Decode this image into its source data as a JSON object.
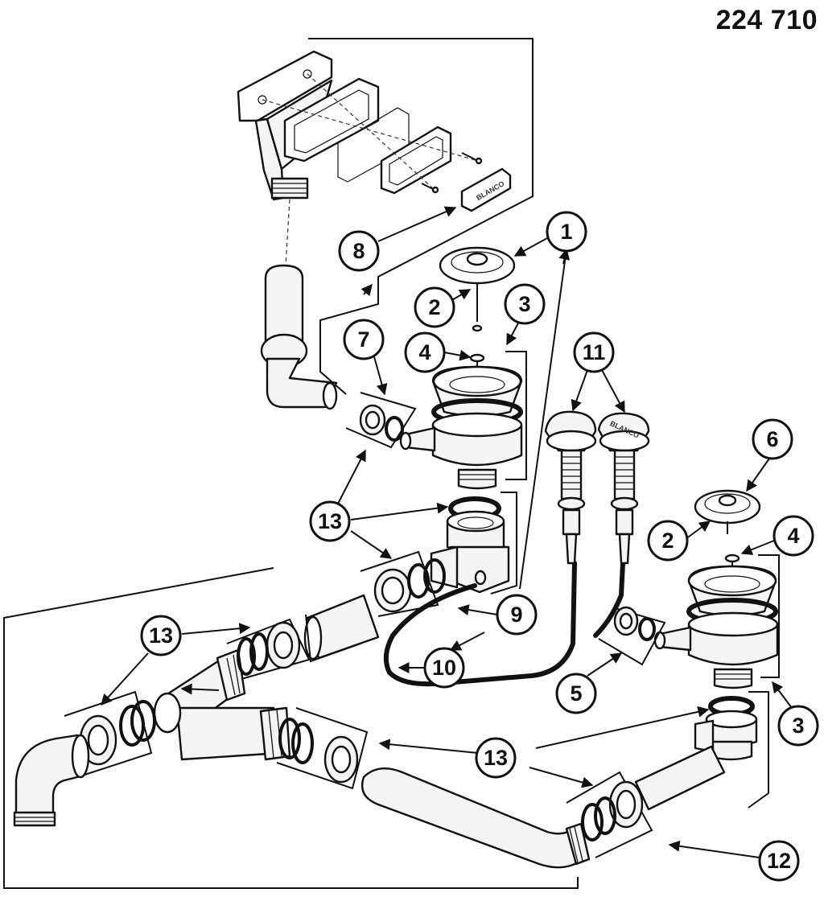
{
  "part_number": "224 710",
  "callouts": [
    {
      "id": "c1",
      "label": "1"
    },
    {
      "id": "c2a",
      "label": "2"
    },
    {
      "id": "c3a",
      "label": "3"
    },
    {
      "id": "c4a",
      "label": "4"
    },
    {
      "id": "c7",
      "label": "7"
    },
    {
      "id": "c8",
      "label": "8"
    },
    {
      "id": "c11",
      "label": "11"
    },
    {
      "id": "c6",
      "label": "6"
    },
    {
      "id": "c2b",
      "label": "2"
    },
    {
      "id": "c4b",
      "label": "4"
    },
    {
      "id": "c13a",
      "label": "13"
    },
    {
      "id": "c9",
      "label": "9"
    },
    {
      "id": "c10",
      "label": "10"
    },
    {
      "id": "c5",
      "label": "5"
    },
    {
      "id": "c3b",
      "label": "3"
    },
    {
      "id": "c13b",
      "label": "13"
    },
    {
      "id": "c13c",
      "label": "13"
    },
    {
      "id": "c12",
      "label": "12"
    }
  ],
  "logo_text": "BLANCO"
}
